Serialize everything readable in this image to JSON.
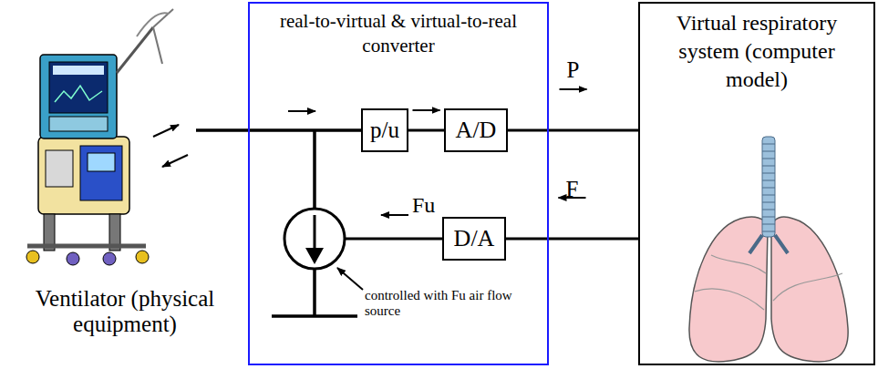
{
  "diagram": {
    "nodes": [
      {
        "text": [
          "real-to-virtual & virtual-to-real converter"
        ]
      },
      {
        "text": [
          "p/u"
        ],
        "in": 0
      },
      {
        "text": [
          "A/D"
        ],
        "in": 0
      },
      {
        "text": [
          "D/A"
        ],
        "in": 0
      },
      {
        "text": [
          "Virtual respiratory system (computer model)"
        ]
      }
    ],
    "edges": [
      {
        "from": 1,
        "to": 2,
        "arrow": "to"
      },
      {
        "from": 2,
        "to": 4,
        "label": "P",
        "arrow": "to"
      },
      {
        "from": 4,
        "to": 3,
        "label": "F",
        "arrow": "to"
      }
    ],
    "labels": [
      "Ventilator (physical equipment)",
      "Fu",
      "controlled with Fu air flow source"
    ]
  }
}
